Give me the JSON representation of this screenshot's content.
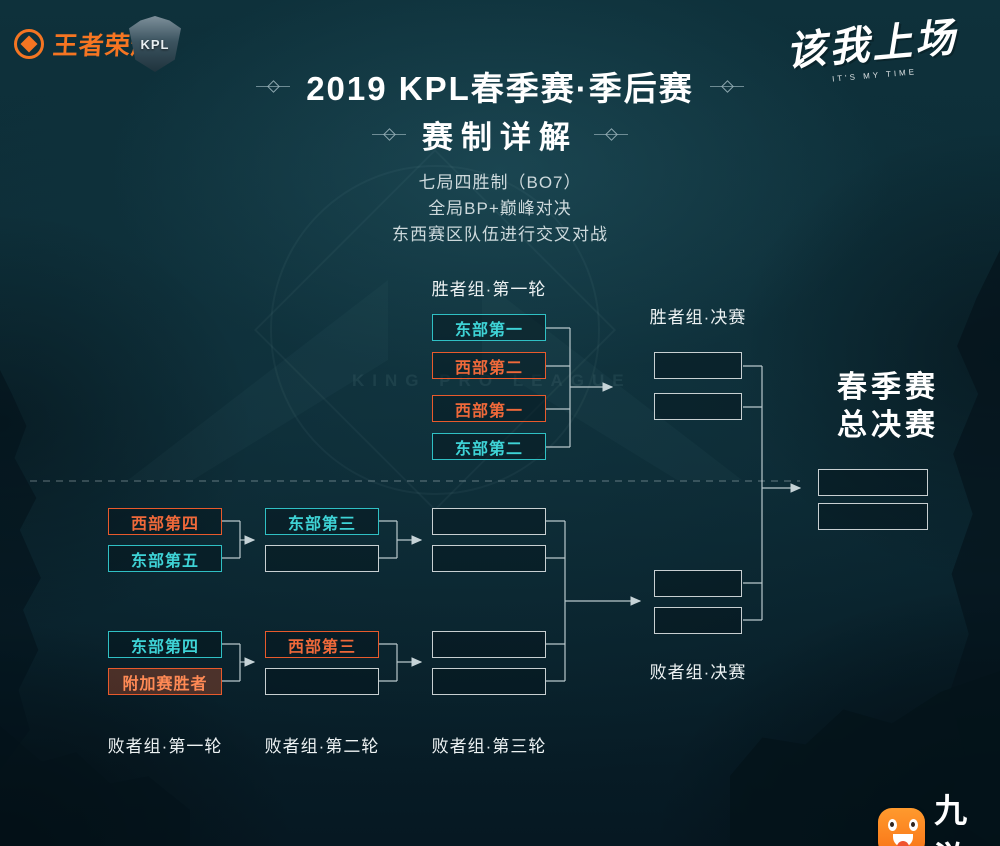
{
  "theme": {
    "background": "#0c2b35",
    "teal": "#2fc0c4",
    "orange": "#e85a2c",
    "empty_box_border": "#e3e8e9",
    "title_color": "#ffffff"
  },
  "header": {
    "brand_kog": "王者荣耀",
    "brand_kpl": "KPL",
    "slogan": "该我上场",
    "slogan_sub": "IT'S MY TIME",
    "title": "2019 KPL春季赛·季后赛",
    "subtitle": "赛制详解",
    "rules": [
      "七局四胜制（BO7）",
      "全局BP+巅峰对决",
      "东西赛区队伍进行交叉对战"
    ]
  },
  "watermark_text": "KING PRO LEAGUE",
  "bracket": {
    "winners_round1": {
      "label": "胜者组·第一轮",
      "teams": [
        {
          "label": "东部第一",
          "color": "teal"
        },
        {
          "label": "西部第二",
          "color": "orange"
        },
        {
          "label": "西部第一",
          "color": "orange"
        },
        {
          "label": "东部第二",
          "color": "teal"
        }
      ]
    },
    "winners_final": {
      "label": "胜者组·决赛",
      "slots": 2
    },
    "grand_final": {
      "title_line1": "春季赛",
      "title_line2": "总决赛",
      "slots": 2
    },
    "losers_round1": {
      "label": "败者组·第一轮",
      "matches": [
        {
          "teams": [
            {
              "label": "西部第四",
              "color": "orange"
            },
            {
              "label": "东部第五",
              "color": "teal"
            }
          ]
        },
        {
          "teams": [
            {
              "label": "东部第四",
              "color": "teal"
            },
            {
              "label": "附加赛胜者",
              "color": "orange"
            }
          ]
        }
      ]
    },
    "losers_round2": {
      "label": "败者组·第二轮",
      "seeded": [
        {
          "label": "东部第三",
          "color": "teal"
        },
        {
          "label": "西部第三",
          "color": "orange"
        }
      ]
    },
    "losers_round3": {
      "label": "败者组·第三轮",
      "slots": 4
    },
    "losers_final": {
      "label": "败者组·决赛",
      "slots": 2
    }
  },
  "site_logo": {
    "text": "九游"
  }
}
